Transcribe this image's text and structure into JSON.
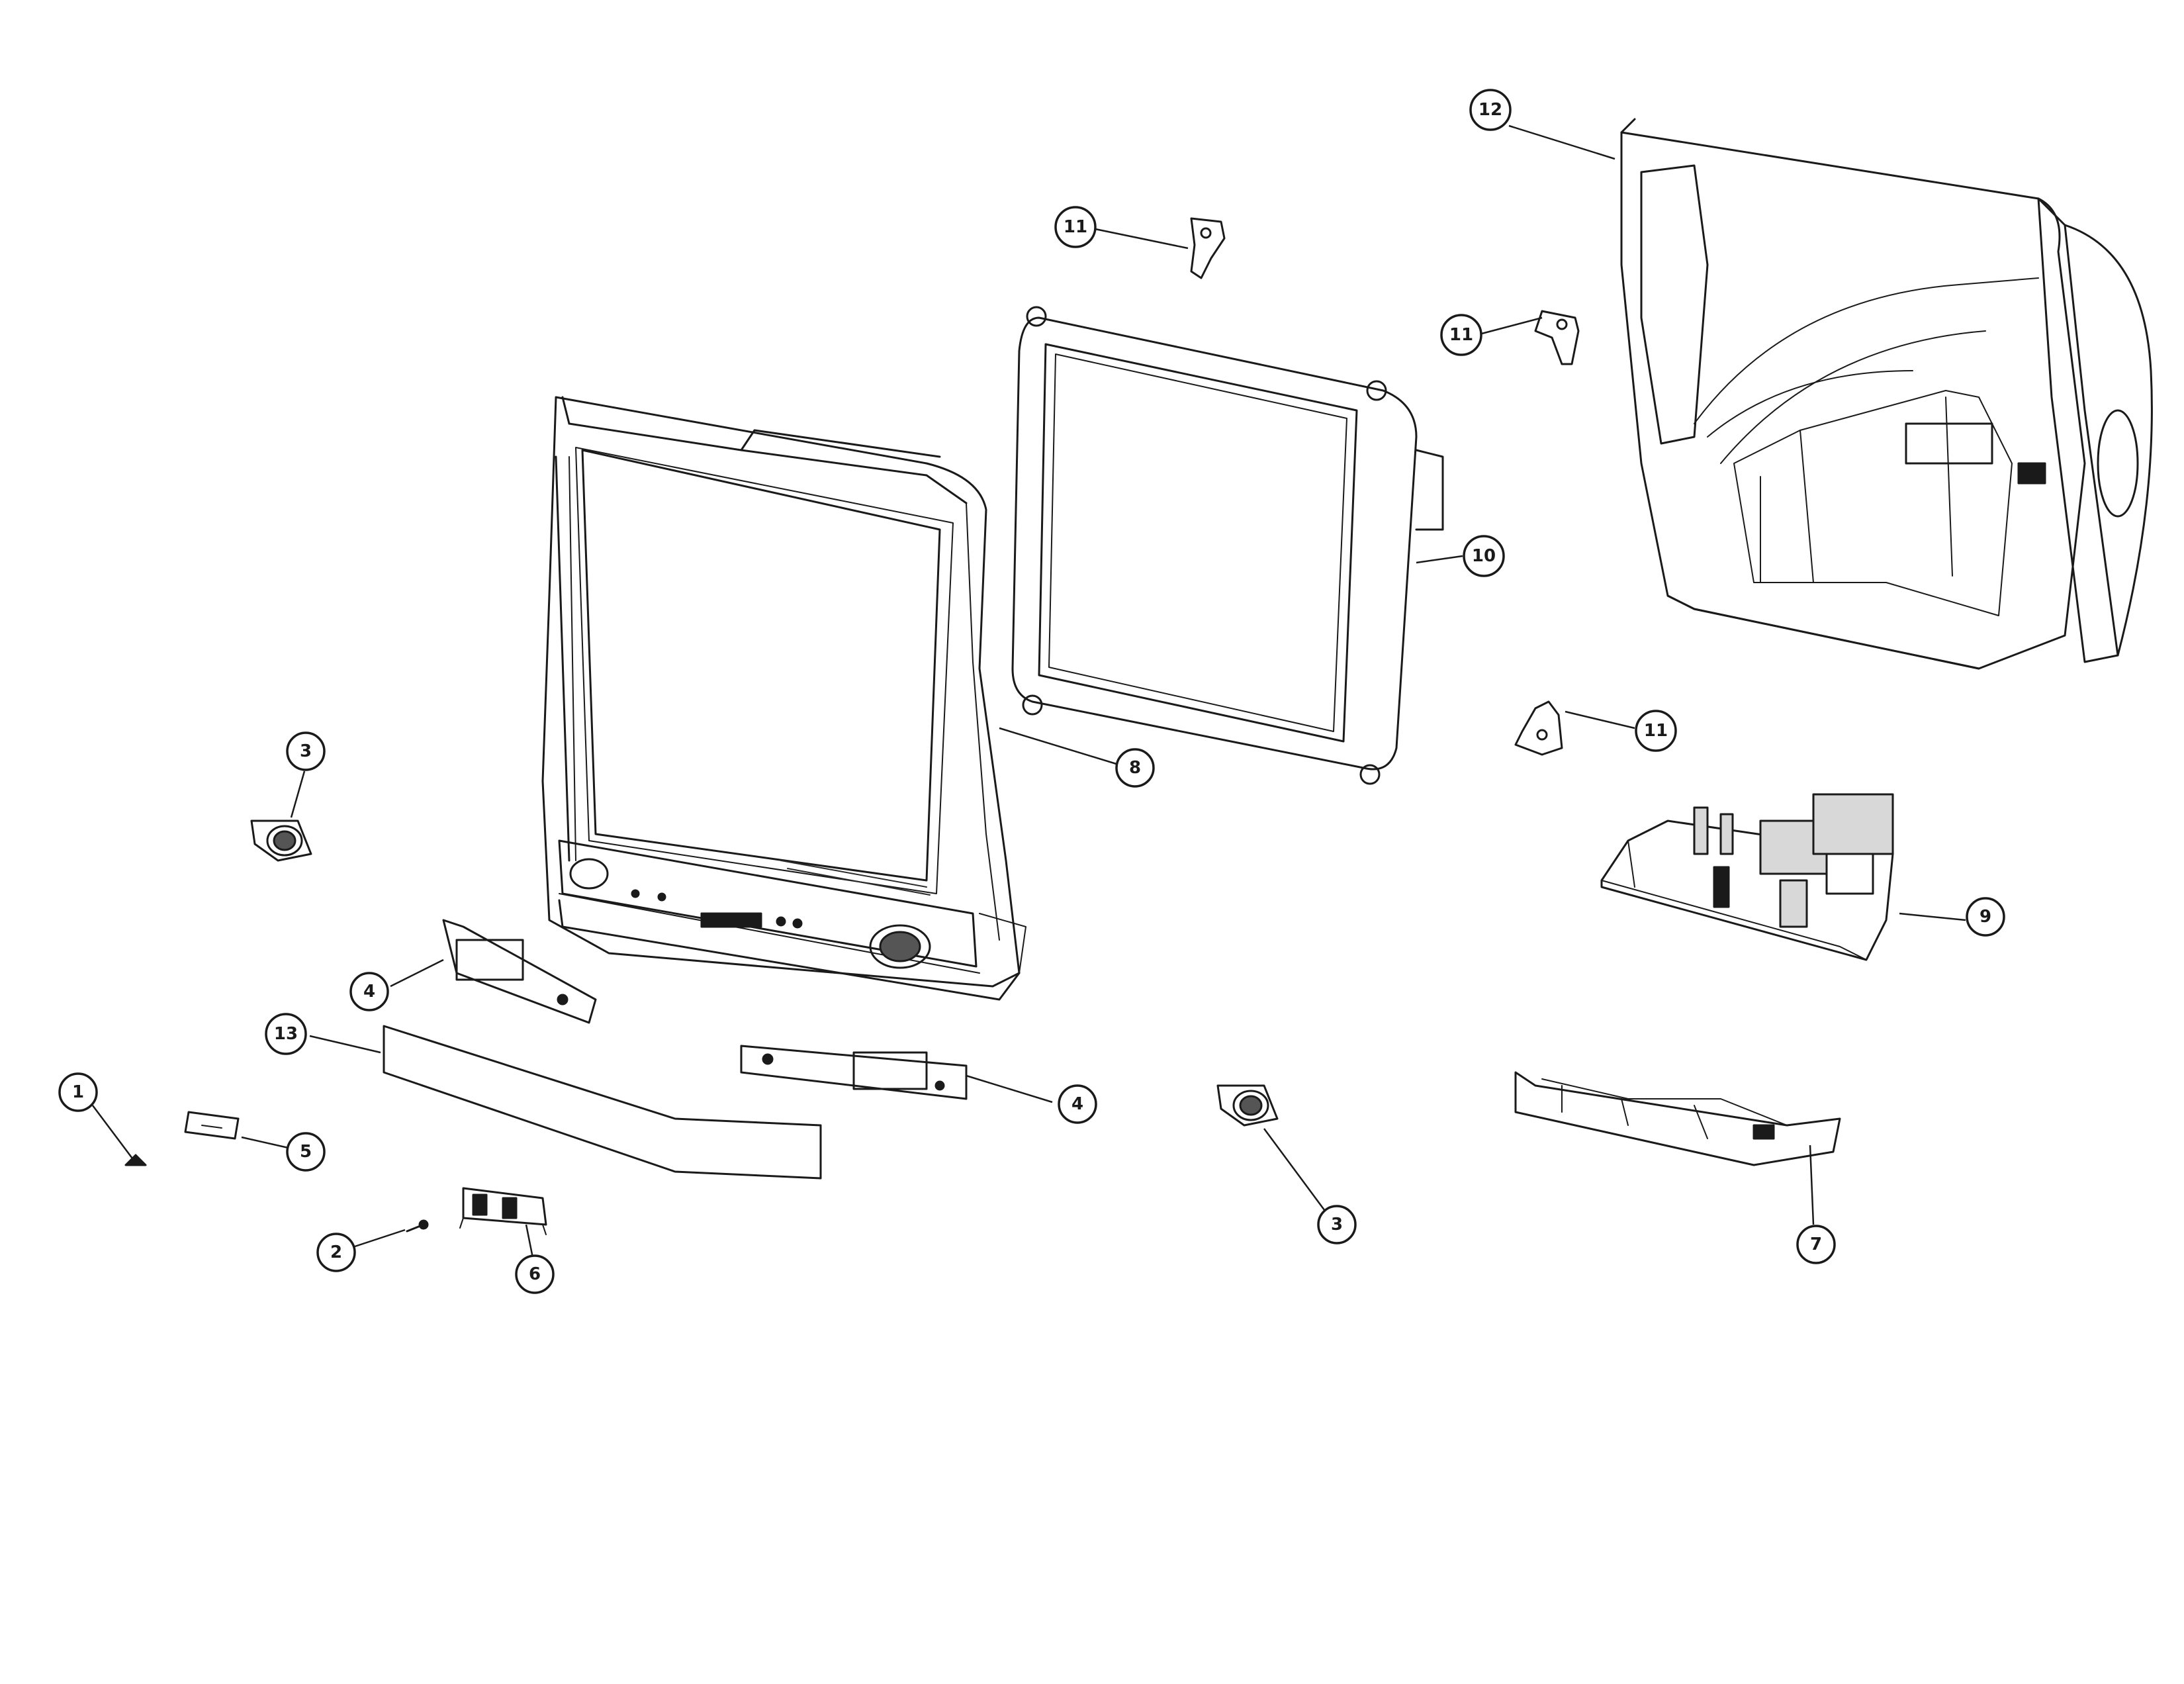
{
  "callouts": [
    {
      "id": "c1",
      "label": "1"
    },
    {
      "id": "c2",
      "label": "2"
    },
    {
      "id": "c3a",
      "label": "3"
    },
    {
      "id": "c3b",
      "label": "3"
    },
    {
      "id": "c4a",
      "label": "4"
    },
    {
      "id": "c4b",
      "label": "4"
    },
    {
      "id": "c5",
      "label": "5"
    },
    {
      "id": "c6",
      "label": "6"
    },
    {
      "id": "c7",
      "label": "7"
    },
    {
      "id": "c8",
      "label": "8"
    },
    {
      "id": "c9",
      "label": "9"
    },
    {
      "id": "c10",
      "label": "10"
    },
    {
      "id": "c11a",
      "label": "11"
    },
    {
      "id": "c11b",
      "label": "11"
    },
    {
      "id": "c11c",
      "label": "11"
    },
    {
      "id": "c12",
      "label": "12"
    },
    {
      "id": "c13",
      "label": "13"
    }
  ]
}
